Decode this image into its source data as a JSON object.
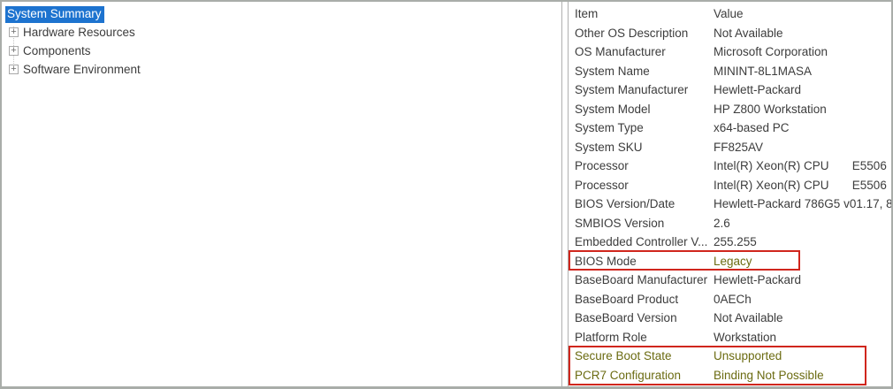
{
  "window": {
    "app": "System Information",
    "bg_color": "#ffffff",
    "border_color": "#a9ada9"
  },
  "colors": {
    "selection_blue": "#1d73cf",
    "text": "#3c3c3c",
    "highlight_olive": "#6b6b11",
    "annotation_red": "#d0261d",
    "pane_border": "#b0b0b0"
  },
  "icons": {
    "expand_glyph": "+"
  },
  "tree": {
    "items": [
      {
        "label": "System Summary",
        "selected": true,
        "expandable": false
      },
      {
        "label": "Hardware Resources",
        "selected": false,
        "expandable": true
      },
      {
        "label": "Components",
        "selected": false,
        "expandable": true
      },
      {
        "label": "Software Environment",
        "selected": false,
        "expandable": true
      }
    ]
  },
  "details": {
    "columns": [
      "Item",
      "Value"
    ],
    "rows": [
      {
        "item": "Other OS Description",
        "value": "Not Available"
      },
      {
        "item": "OS Manufacturer",
        "value": "Microsoft Corporation"
      },
      {
        "item": "System Name",
        "value": "MININT-8L1MASA"
      },
      {
        "item": "System Manufacturer",
        "value": "Hewlett-Packard"
      },
      {
        "item": "System Model",
        "value": "HP Z800 Workstation"
      },
      {
        "item": "System Type",
        "value": "x64-based PC"
      },
      {
        "item": "System SKU",
        "value": "FF825AV"
      },
      {
        "item": "Processor",
        "value": "Intel(R) Xeon(R) CPU       E5506"
      },
      {
        "item": "Processor",
        "value": "Intel(R) Xeon(R) CPU       E5506"
      },
      {
        "item": "BIOS Version/Date",
        "value": "Hewlett-Packard 786G5 v01.17, 8/"
      },
      {
        "item": "SMBIOS Version",
        "value": "2.6"
      },
      {
        "item": "Embedded Controller V...",
        "value": "255.255"
      },
      {
        "item": "BIOS Mode",
        "value": "Legacy",
        "value_highlight": true
      },
      {
        "item": "BaseBoard Manufacturer",
        "value": "Hewlett-Packard"
      },
      {
        "item": "BaseBoard Product",
        "value": "0AECh"
      },
      {
        "item": "BaseBoard Version",
        "value": "Not Available"
      },
      {
        "item": "Platform Role",
        "value": "Workstation"
      },
      {
        "item": "Secure Boot State",
        "value": "Unsupported",
        "item_highlight": true,
        "value_highlight": true
      },
      {
        "item": "PCR7 Configuration",
        "value": "Binding Not Possible",
        "item_highlight": true,
        "value_highlight": true
      }
    ]
  },
  "annotations": {
    "bios_mode_box": {
      "around": "BIOS Mode row",
      "color": "#d0261d"
    },
    "secure_boot_box": {
      "around": "Secure Boot State and PCR7 Configuration rows",
      "color": "#d0261d"
    }
  }
}
